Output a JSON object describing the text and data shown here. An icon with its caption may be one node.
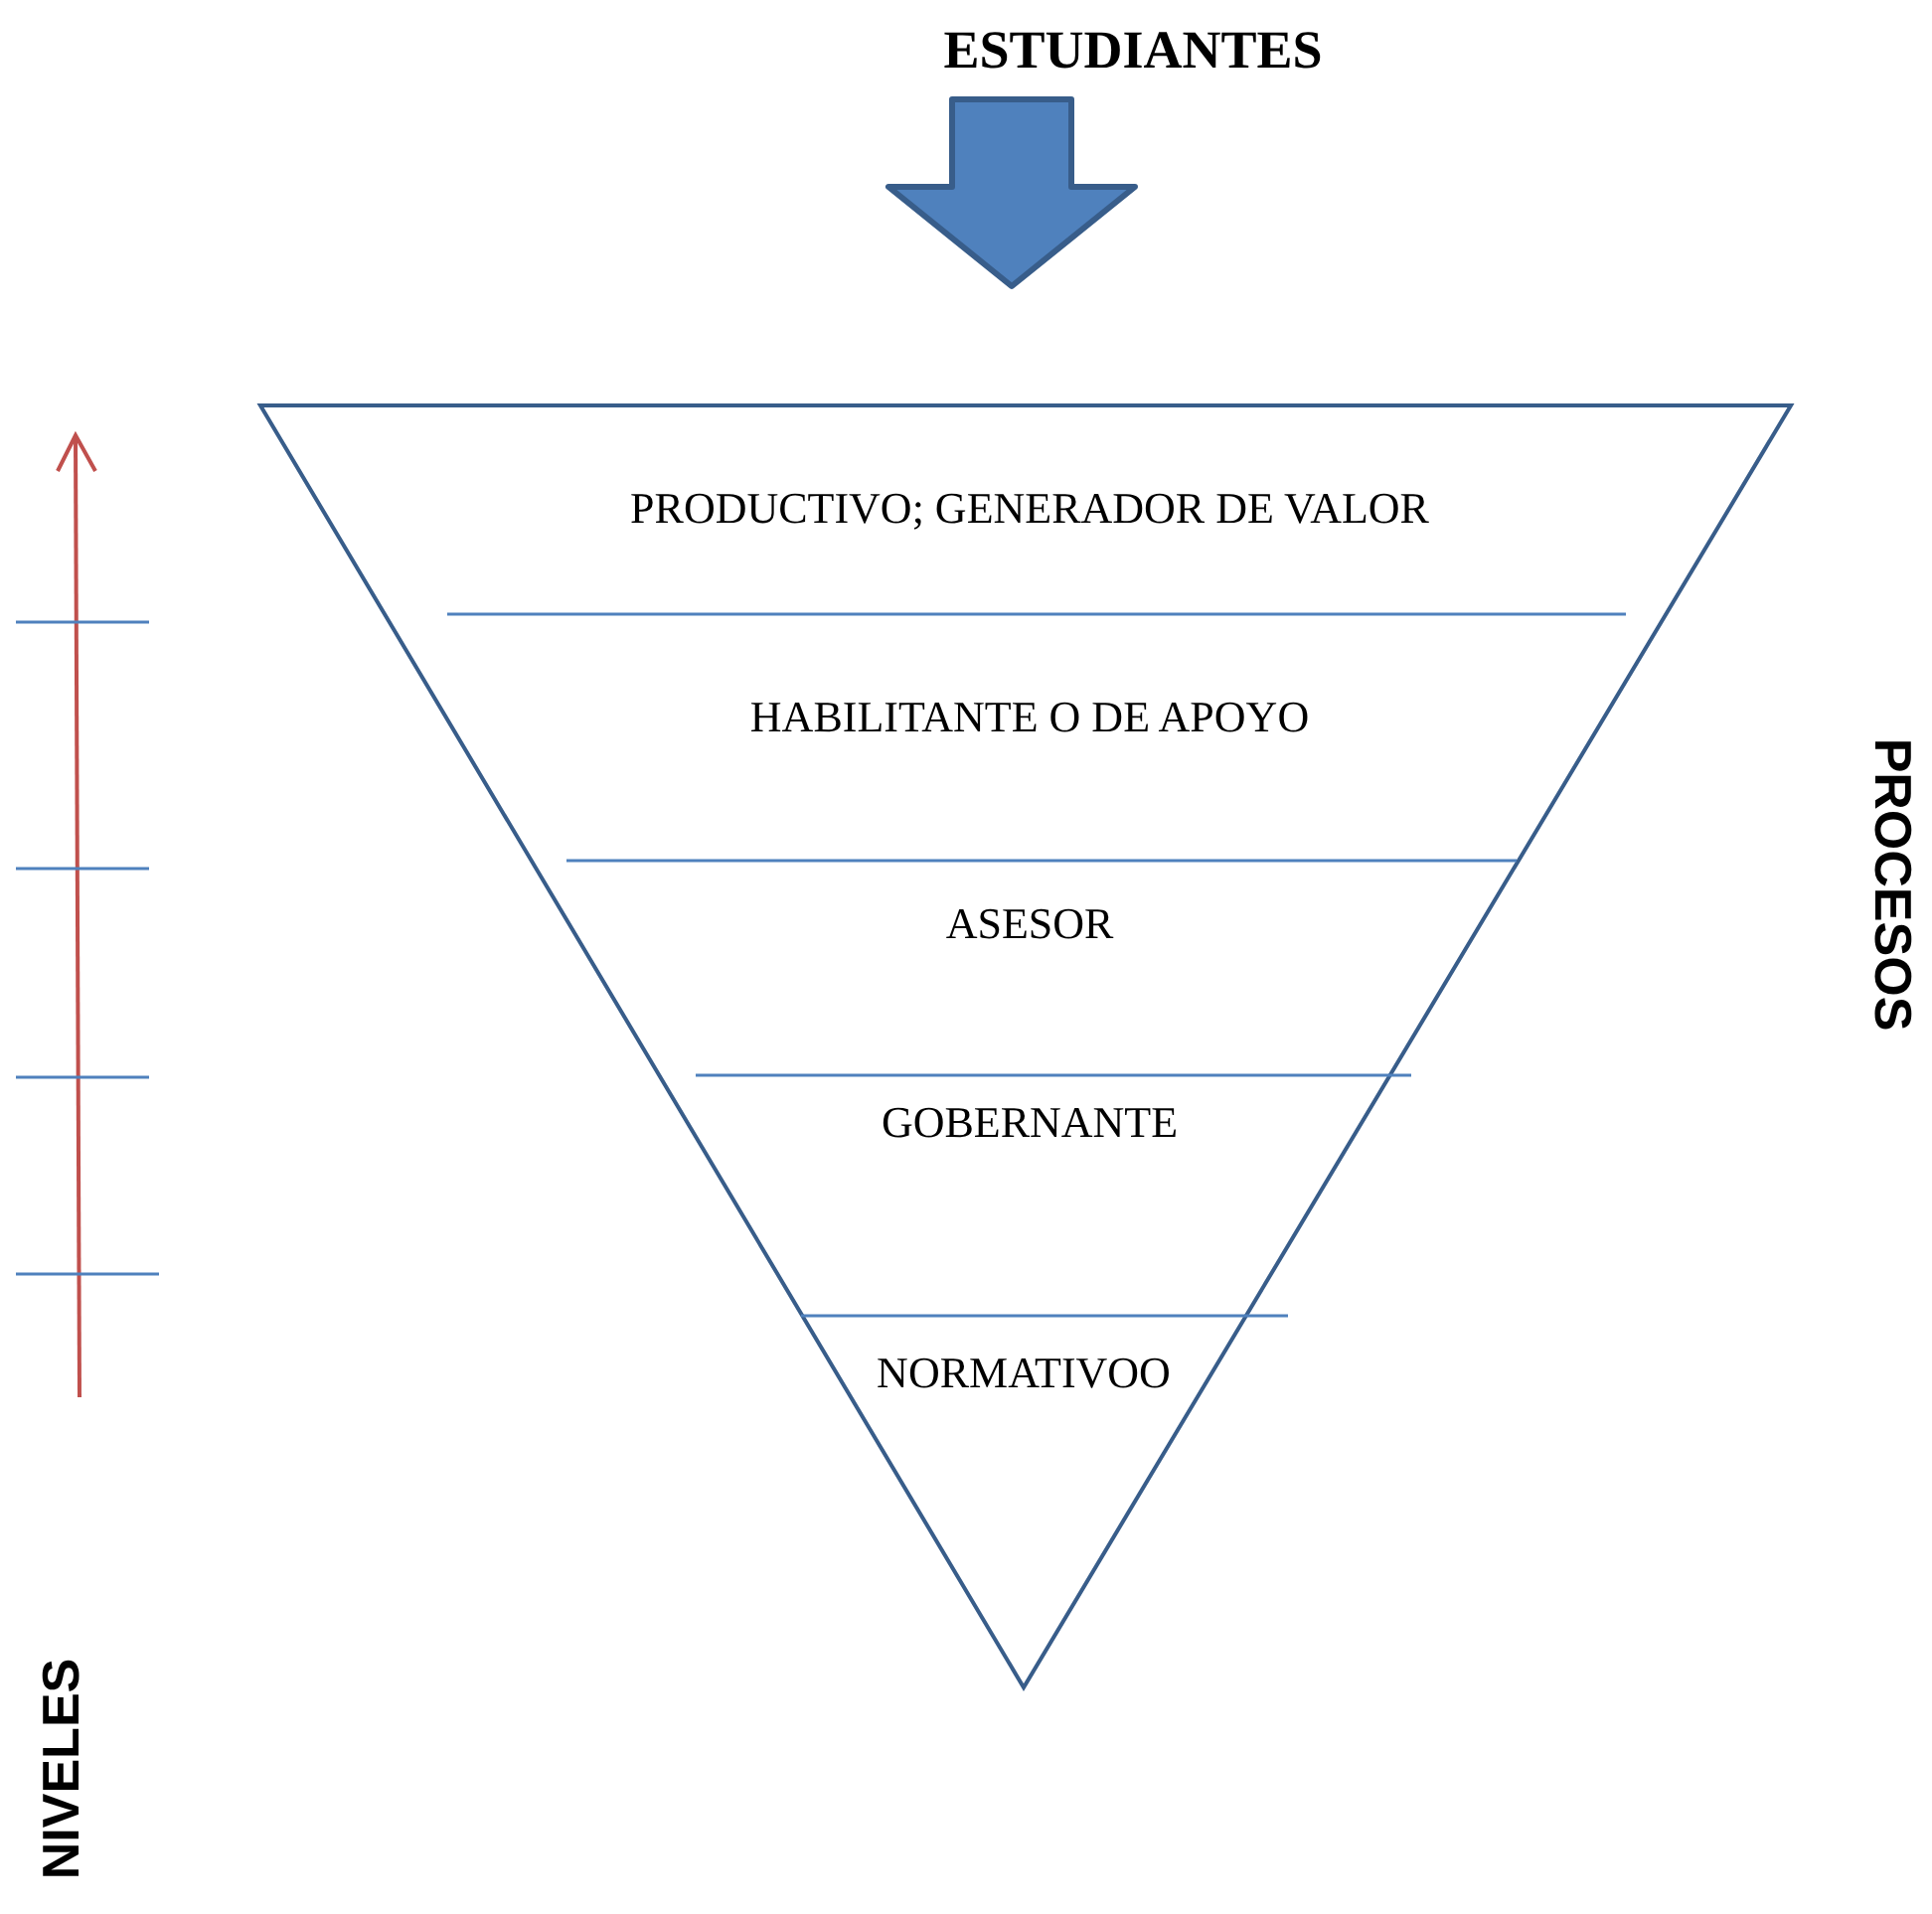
{
  "diagram": {
    "nodes": [
      {
        "text": [
          "PRODUCTIVO; GENERADOR DE VALOR",
          "HABILITANTE O DE APOYO",
          "ASESOR",
          "GOBERNANTE",
          "NORMATIVOO"
        ]
      },
      {
        "text": [
          "ESTUDIANTES"
        ]
      }
    ],
    "edges": [
      {
        "from": 1,
        "to": 0,
        "arrow": "to",
        "style": "thick"
      }
    ],
    "labels": [
      "PROCESOS",
      "NIVELES"
    ]
  }
}
